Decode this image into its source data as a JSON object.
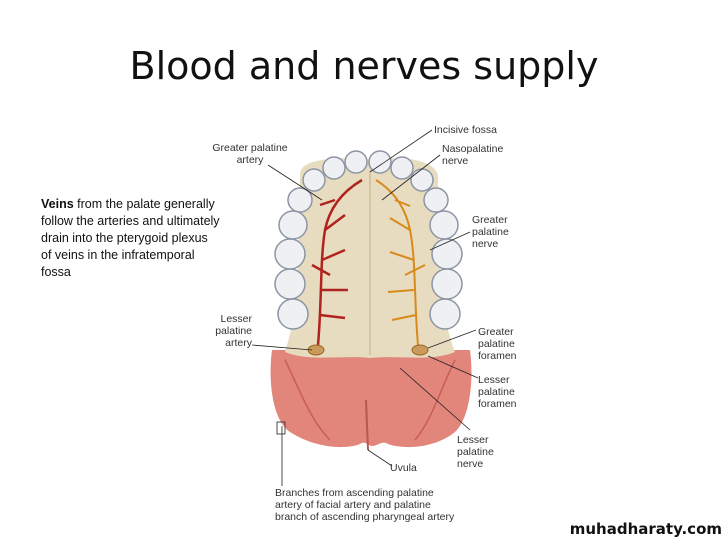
{
  "slide": {
    "title": "Blood and nerves supply",
    "note_bold": "Veins",
    "note_rest": " from the palate generally follow the arteries and ultimately drain into the pterygoid plexus of veins in the infratemporal fossa"
  },
  "labels": {
    "greater_palatine_artery": [
      "Greater palatine",
      "artery"
    ],
    "incisive_fossa": "Incisive fossa",
    "nasopalatine_nerve": [
      "Nasopalatine",
      "nerve"
    ],
    "greater_palatine_nerve": [
      "Greater",
      "palatine",
      "nerve"
    ],
    "lesser_palatine_artery": [
      "Lesser",
      "palatine",
      "artery"
    ],
    "greater_palatine_foramen": [
      "Greater",
      "palatine",
      "foramen"
    ],
    "lesser_palatine_foramen": [
      "Lesser",
      "palatine",
      "foramen"
    ],
    "lesser_palatine_nerve": [
      "Lesser",
      "palatine",
      "nerve"
    ],
    "uvula": "Uvula",
    "branches": [
      "Branches from ascending palatine",
      "artery of facial artery and palatine",
      "branch of ascending pharyngeal artery"
    ]
  },
  "watermark": "muhadharaty.com",
  "colors": {
    "artery": "#b0231e",
    "nerve": "#d98a1c",
    "bone": "#e7dcc0",
    "soft_palate": "#e2857a",
    "tooth": "#eef0f4"
  }
}
